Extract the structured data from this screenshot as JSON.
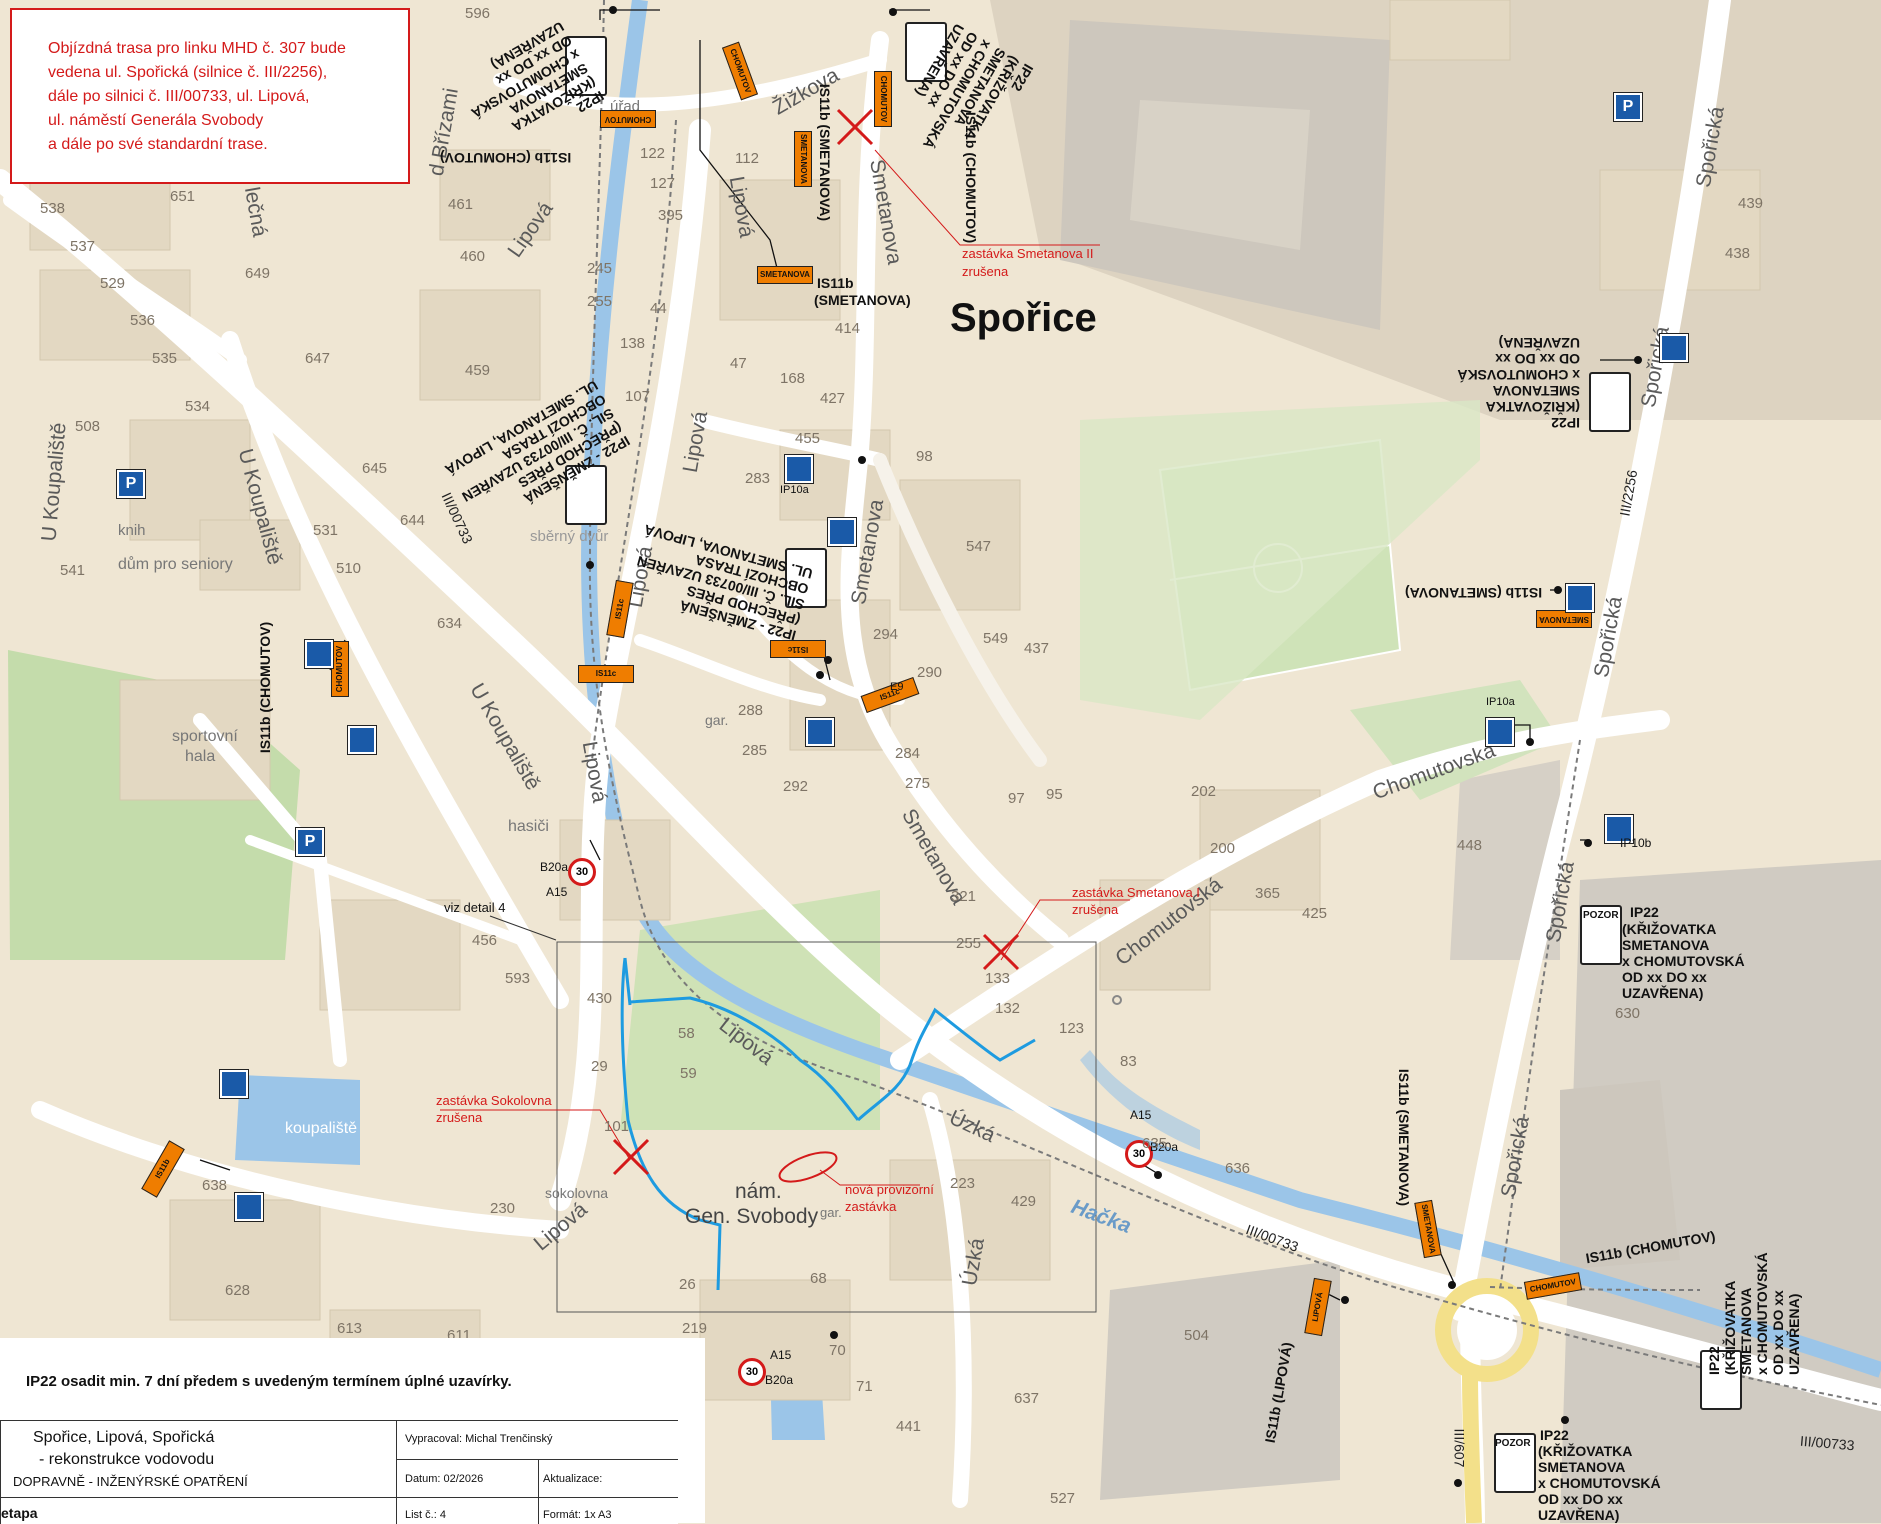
{
  "notice": {
    "line1": "Objízdná trasa pro linku MHD č. 307 bude",
    "line2": "vedena ul. Spořická (silnice č. III/2256),",
    "line3": "dále po silnici č. III/00733, ul. Lipová,",
    "line4": "ul. náměstí Generála Svobody",
    "line5": "a dále po své standardní trase."
  },
  "town": "Spořice",
  "ip22_note": "IP22 osadit min. 7 dní předem s uvedeným termínem úplné uzavírky.",
  "title_block": {
    "project_l1": "Spořice, Lipová, Spořická",
    "project_l2": "- rekonstrukce vodovodu",
    "project_l3": "DOPRAVNĚ - INŽENÝRSKÉ OPATŘENÍ",
    "stage": "etapa",
    "author": "Vypracoval: Michal Trenčinský",
    "date": "Datum: 02/2026",
    "update": "Aktualizace:",
    "sheet": "List č.: 4",
    "format": "Formát: 1x A3"
  },
  "streets": {
    "lipova": "Lipová",
    "smetanova": "Smetanova",
    "sporicka": "Spořická",
    "chomutovska": "Chomutovská",
    "u_koupaliste": "U Koupaliště",
    "uzka": "Úzká",
    "zizkova": "Žižkova",
    "brizami": "d Břízami",
    "lecna": "lečná",
    "square_l1": "nám.",
    "square_l2": "Gen. Svobody",
    "hacka": "Hačka",
    "road_733": "III/00733",
    "road_2256": "III/2256",
    "road_607": "III/607"
  },
  "places": {
    "seniors": "dům pro seniory",
    "knih": "knih",
    "sport_l1": "sportovní",
    "sport_l2": "hala",
    "hasici": "hasiči",
    "koupaliste": "koupaliště",
    "sokolovna": "sokolovna",
    "sberny": "sběrný dvůr",
    "urad": "úřad",
    "gar": "gar."
  },
  "stops": {
    "smetanova2_l1": "zastávka Smetanova II",
    "smetanova2_l2": "zrušena",
    "smetanova1_l1": "zastávka Smetanova I",
    "smetanova1_l2": "zrušena",
    "sokolovna_l1": "zastávka Sokolovna",
    "sokolovna_l2": "zrušena",
    "new_l1": "nová provizorní",
    "new_l2": "zastávka"
  },
  "detail": "viz detail 4",
  "signs": {
    "is11b_smetanova": "IS11b (SMETANOVA)",
    "is11b_chomutov": "IS11b (CHOMUTOV)",
    "is11b_lipova": "IS11b (LIPOVÁ)",
    "is11b": "IS11b",
    "smetanova_sub": "(SMETANOVA)",
    "ip22": "IP22",
    "ip22_l2": "(KŘIŽOVATKA",
    "ip22_l3": "SMETANOVA",
    "ip22_l4": "x CHOMUTOVSKÁ",
    "ip22_l5": "OD xx DO xx",
    "ip22_l6": "UZAVŘENA)",
    "pozor": "POZOR",
    "ip10a": "IP10a",
    "ip10b": "IP10b",
    "is11c": "IS11c",
    "a15": "A15",
    "b20a": "B20a",
    "e9": "E9",
    "smetanova_tag": "SMETANOVA",
    "chomutov_tag": "CHOMUTOV",
    "lipova_tag": "LIPOVÁ",
    "speed": "30",
    "ip22_zm_l1": "IP22 - ZMĚNŠENÁ",
    "ip22_zm_l2": "(PŘECHOD PŘES",
    "ip22_zm_l3": "SIL. Č. III/00733 UZAVŘEN",
    "ip22_zm_l4": "OBCHOZÍ TRASA",
    "ip22_zm_l5": "UL. SMETANOVA, LIPOVÁ"
  },
  "house_numbers": [
    "596",
    "538",
    "537",
    "529",
    "536",
    "535",
    "534",
    "508",
    "541",
    "651",
    "649",
    "647",
    "645",
    "644",
    "531",
    "510",
    "634",
    "461",
    "460",
    "459",
    "122",
    "127",
    "395",
    "245",
    "255",
    "44",
    "138",
    "107",
    "112",
    "414",
    "47",
    "168",
    "427",
    "455",
    "283",
    "98",
    "547",
    "549",
    "437",
    "294",
    "290",
    "288",
    "285",
    "292",
    "284",
    "275",
    "97",
    "95",
    "202",
    "200",
    "365",
    "425",
    "448",
    "630",
    "456",
    "593",
    "430",
    "58",
    "59",
    "29",
    "101",
    "638",
    "230",
    "628",
    "611",
    "613",
    "26",
    "219",
    "68",
    "70",
    "71",
    "441",
    "527",
    "637",
    "504",
    "636",
    "635",
    "429",
    "223",
    "321",
    "255",
    "133",
    "132",
    "123",
    "83",
    "439",
    "438"
  ],
  "colors": {
    "paper": "#efe6d3",
    "building": "#e3d8c2",
    "green": "#c8dfb0",
    "water": "#9bc5e8",
    "road": "#ffffff",
    "route_blue": "#1e9be0",
    "alert_red": "#d41a1a",
    "sign_orange": "#ef7d00",
    "sign_blue": "#1a5aa8",
    "roundabout": "#f3e08a"
  }
}
